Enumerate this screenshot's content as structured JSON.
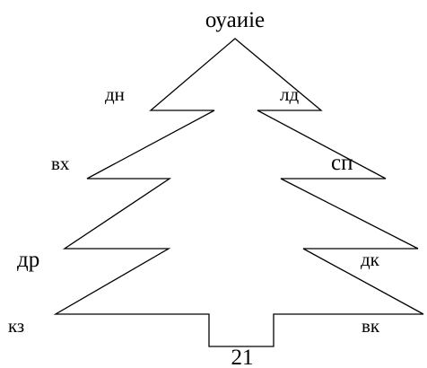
{
  "diagram": {
    "top_label": "оуаиіе",
    "bottom_label": "21",
    "left_labels": [
      "дн",
      "вх",
      "др",
      "кз"
    ],
    "right_labels": [
      "лд",
      "сп",
      "дк",
      "вк"
    ],
    "line_color": "#000000"
  }
}
